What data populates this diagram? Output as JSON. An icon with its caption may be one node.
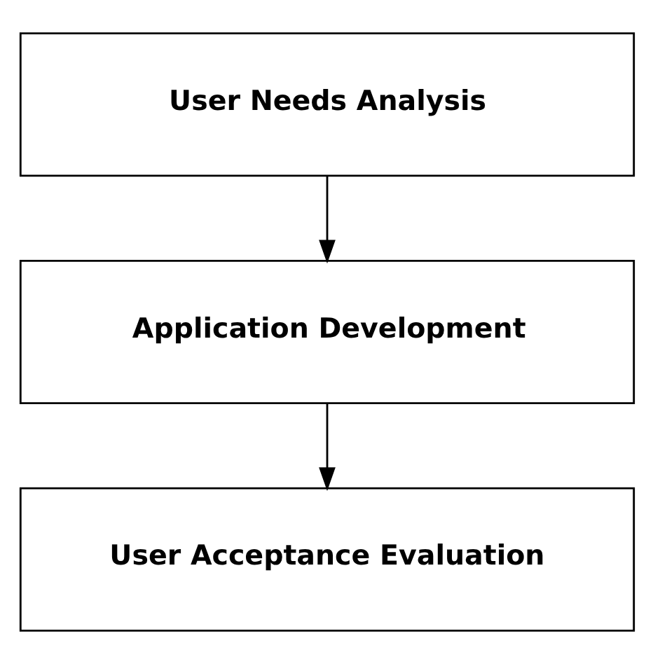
{
  "diagram": {
    "nodes": [
      {
        "text": [
          "User Needs Analysis"
        ]
      },
      {
        "text": [
          "Application Development"
        ]
      },
      {
        "text": [
          "User Acceptance Evaluation"
        ]
      }
    ],
    "edges": [
      {
        "from": 0,
        "to": 1,
        "arrow": "to"
      },
      {
        "from": 1,
        "to": 2,
        "arrow": "to"
      }
    ]
  }
}
